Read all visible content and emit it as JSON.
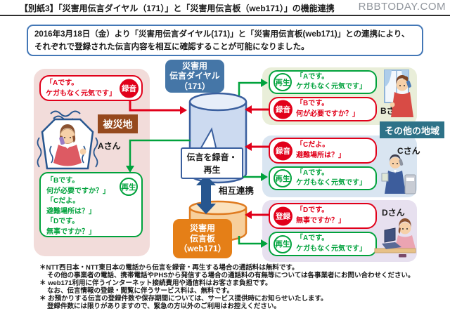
{
  "header": {
    "title": "【別紙3】「災害用伝言ダイヤル（171）」と「災害用伝言板（web171）」の機能連携",
    "logo": "RBBTODAY.COM"
  },
  "intro": "2016年3月18日（金）より「災害用伝言ダイヤル(171)」と「災害用伝言板(web171)」との連携により、それぞれで登録された伝言内容を相互に確認することが可能になりました。",
  "disaster_area": {
    "label": "被災地",
    "person": "Aさん",
    "record": {
      "badge": "録音",
      "msg": "「Aです。\nケガもなく元気です」"
    },
    "play": {
      "badge": "再生",
      "msgs": [
        "「Bです。\n何が必要ですか？」",
        "「Cだよ。\n避難場所は？」",
        "「Dです。\n無事ですか？」"
      ]
    }
  },
  "center": {
    "dial_label": "災害用\n伝言ダイヤル\n（171）",
    "bubble": "伝言を録音・\n再生",
    "link_label": "相互連携",
    "board_label": "災害用\n伝言板\n（web171）"
  },
  "other_area": {
    "label": "その他の地域",
    "groups": [
      {
        "person": "Bさん",
        "items": [
          {
            "badge": "再生",
            "msg": "「Aです。\nケガもなく元気です」"
          },
          {
            "badge": "録音",
            "msg": "「Bです。\n何が必要ですか？」"
          }
        ]
      },
      {
        "person": "Cさん",
        "items": [
          {
            "badge": "録音",
            "msg": "「Cだよ。\n避難場所は？」"
          },
          {
            "badge": "再生",
            "msg": "「Aです。\nケガもなく元気です」"
          }
        ]
      },
      {
        "person": "Dさん",
        "items": [
          {
            "badge": "登録",
            "msg": "「Dです。\n無事ですか？」"
          },
          {
            "badge": "再生",
            "msg": "「Aです。\nケガもなく元気です」"
          }
        ]
      }
    ]
  },
  "footnotes": [
    "＊NTT西日本・NTT東日本の電話から伝言を録音・再生する場合の通話料は無料です。",
    "その他の事業者の電話、携帯電話やPHSから発信する場合の通話料の有無等については各事業者にお問い合わせください。",
    "＊ web171利用に伴うインターネット接続費用や通信料はお客さま負担です。",
    "なお、伝言情報の登録・閲覧に伴うサービス料は、無料です。",
    "＊ お預かりする伝言の登録件数や保存期間については、サービス提供時にお知らせいたします。",
    "登録件数には限りがありますので、緊急の方以外のご利用はお控えください。"
  ],
  "colors": {
    "red": "#e1001a",
    "green": "#00a23c",
    "blue": "#4576a7",
    "dark_blue": "#27568f",
    "orange": "#e57f17",
    "brown": "#96491e",
    "teal": "#2e7288",
    "pink_panel": "#f2dcda",
    "green_panel": "#e9eed9",
    "blue_panel": "#d9e5f1",
    "purple_panel": "#e7e0ef"
  }
}
